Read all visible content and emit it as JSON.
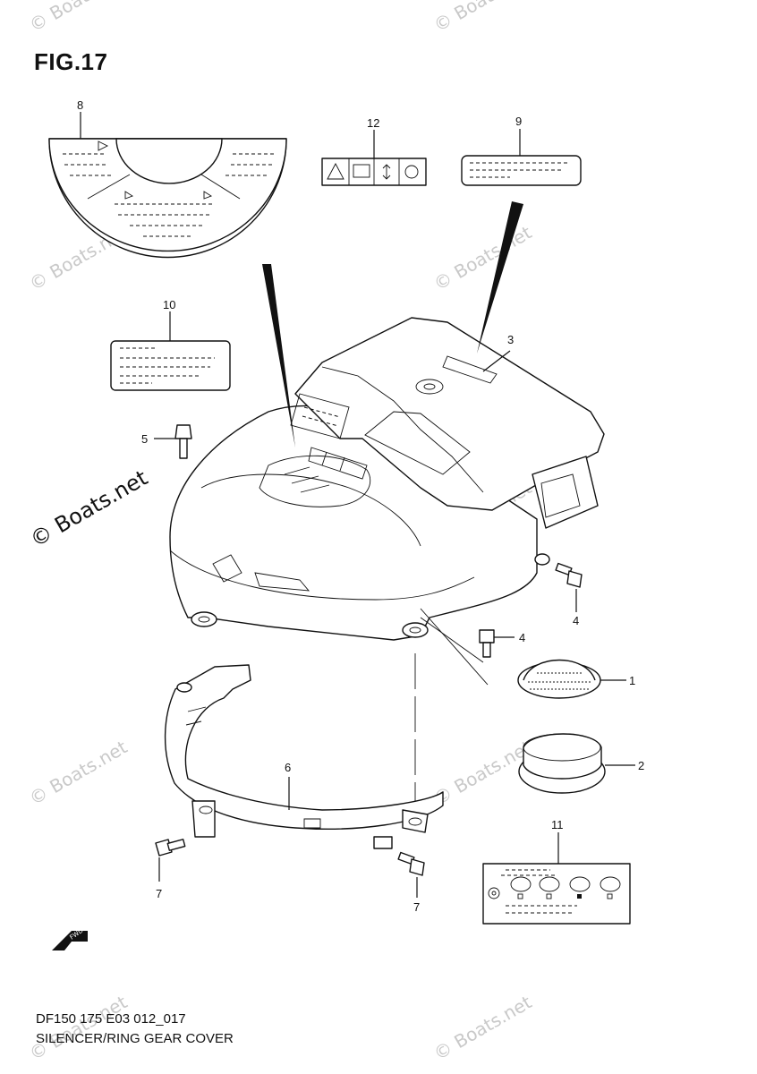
{
  "figure": {
    "title": "FIG.17"
  },
  "footer": {
    "model_code": "DF150 175 E03 012_017",
    "part_group": "SILENCER/RING GEAR COVER"
  },
  "watermark": {
    "short": "© Boats.net",
    "large": "© Boats.net"
  },
  "direction": {
    "fwd_label": "FWD"
  },
  "callouts": [
    {
      "id": "c1",
      "label": "1"
    },
    {
      "id": "c2",
      "label": "2"
    },
    {
      "id": "c3",
      "label": "3"
    },
    {
      "id": "c4a",
      "label": "4"
    },
    {
      "id": "c4b",
      "label": "4"
    },
    {
      "id": "c5",
      "label": "5"
    },
    {
      "id": "c6",
      "label": "6"
    },
    {
      "id": "c7a",
      "label": "7"
    },
    {
      "id": "c7b",
      "label": "7"
    },
    {
      "id": "c8",
      "label": "8"
    },
    {
      "id": "c9",
      "label": "9"
    },
    {
      "id": "c10",
      "label": "10"
    },
    {
      "id": "c11",
      "label": "11"
    },
    {
      "id": "c12",
      "label": "12"
    }
  ]
}
